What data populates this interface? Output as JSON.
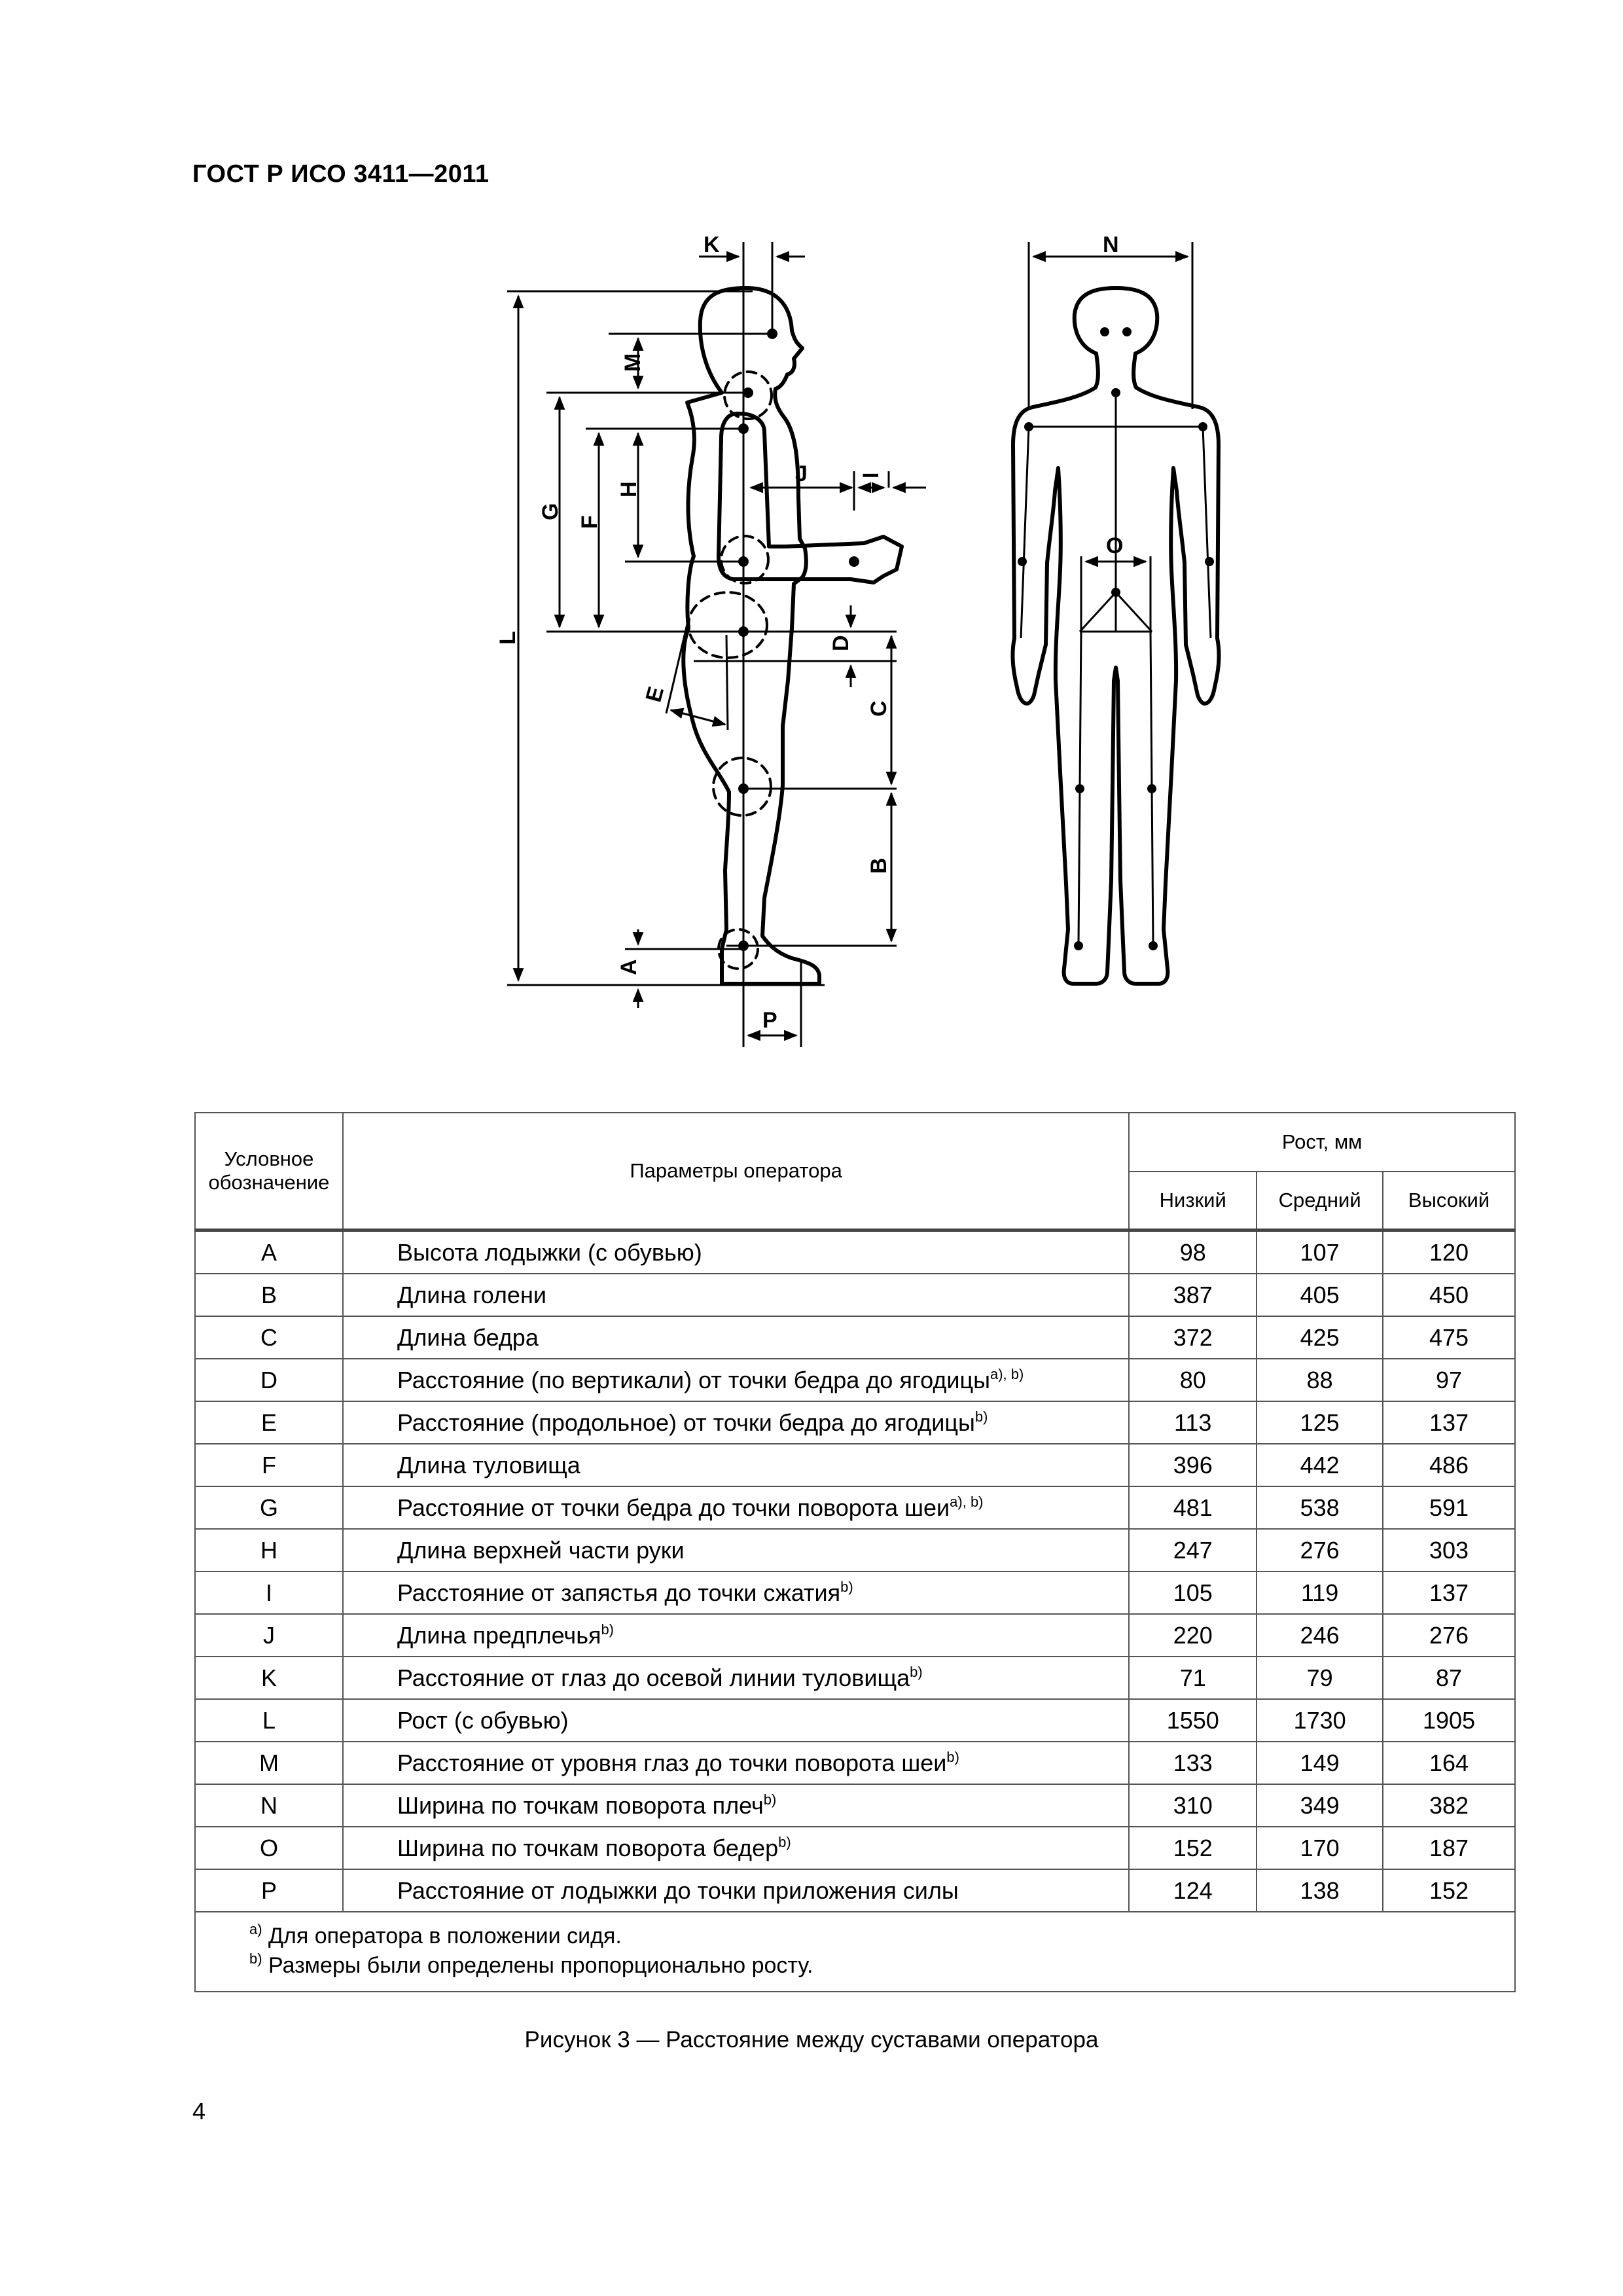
{
  "header": "ГОСТ Р ИСО 3411—2011",
  "figure_labels": {
    "K": "K",
    "N": "N",
    "M": "M",
    "G": "G",
    "F": "F",
    "H": "H",
    "J": "J",
    "I": "I",
    "L": "L",
    "D": "D",
    "C": "C",
    "E": "E",
    "B": "B",
    "A": "A",
    "P": "P",
    "O": "O"
  },
  "table": {
    "col_symbol": "Условное обозначение",
    "col_param": "Параметры оператора",
    "col_height": "Рост, мм",
    "col_low": "Низкий",
    "col_mid": "Средний",
    "col_high": "Высокий",
    "rows": [
      {
        "sym": "A",
        "param": "Высота лодыжки (с обувью)",
        "note": "",
        "low": "98",
        "mid": "107",
        "high": "120"
      },
      {
        "sym": "B",
        "param": "Длина голени",
        "note": "",
        "low": "387",
        "mid": "405",
        "high": "450"
      },
      {
        "sym": "C",
        "param": "Длина бедра",
        "note": "",
        "low": "372",
        "mid": "425",
        "high": "475"
      },
      {
        "sym": "D",
        "param": "Расстояние (по вертикали) от точки бедра до ягодицы",
        "note": "a), b)",
        "low": "80",
        "mid": "88",
        "high": "97"
      },
      {
        "sym": "E",
        "param": "Расстояние (продольное) от точки бедра до ягодицы",
        "note": "b)",
        "low": "113",
        "mid": "125",
        "high": "137"
      },
      {
        "sym": "F",
        "param": "Длина туловища",
        "note": "",
        "low": "396",
        "mid": "442",
        "high": "486"
      },
      {
        "sym": "G",
        "param": "Расстояние от точки бедра до точки поворота шеи",
        "note": "a), b)",
        "low": "481",
        "mid": "538",
        "high": "591"
      },
      {
        "sym": "H",
        "param": "Длина верхней части руки",
        "note": "",
        "low": "247",
        "mid": "276",
        "high": "303"
      },
      {
        "sym": "I",
        "param": "Расстояние от запястья до точки сжатия",
        "note": "b)",
        "low": "105",
        "mid": "119",
        "high": "137"
      },
      {
        "sym": "J",
        "param": "Длина предплечья",
        "note": "b)",
        "low": "220",
        "mid": "246",
        "high": "276"
      },
      {
        "sym": "K",
        "param": "Расстояние от глаз до осевой линии туловища",
        "note": "b)",
        "low": "71",
        "mid": "79",
        "high": "87"
      },
      {
        "sym": "L",
        "param": "Рост (с обувью)",
        "note": "",
        "low": "1550",
        "mid": "1730",
        "high": "1905"
      },
      {
        "sym": "M",
        "param": "Расстояние от уровня глаз до точки поворота шеи",
        "note": "b)",
        "low": "133",
        "mid": "149",
        "high": "164"
      },
      {
        "sym": "N",
        "param": "Ширина по точкам поворота плеч",
        "note": "b)",
        "low": "310",
        "mid": "349",
        "high": "382"
      },
      {
        "sym": "O",
        "param": "Ширина по точкам поворота бедер",
        "note": "b)",
        "low": "152",
        "mid": "170",
        "high": "187"
      },
      {
        "sym": "P",
        "param": "Расстояние от лодыжки до точки приложения силы",
        "note": "",
        "low": "124",
        "mid": "138",
        "high": "152"
      }
    ],
    "footnote_a_mark": "a)",
    "footnote_a": "Для оператора в положении сидя.",
    "footnote_b_mark": "b)",
    "footnote_b": "Размеры были определены пропорционально росту."
  },
  "caption": "Рисунок 3 — Расстояние между суставами оператора",
  "page_number": "4"
}
